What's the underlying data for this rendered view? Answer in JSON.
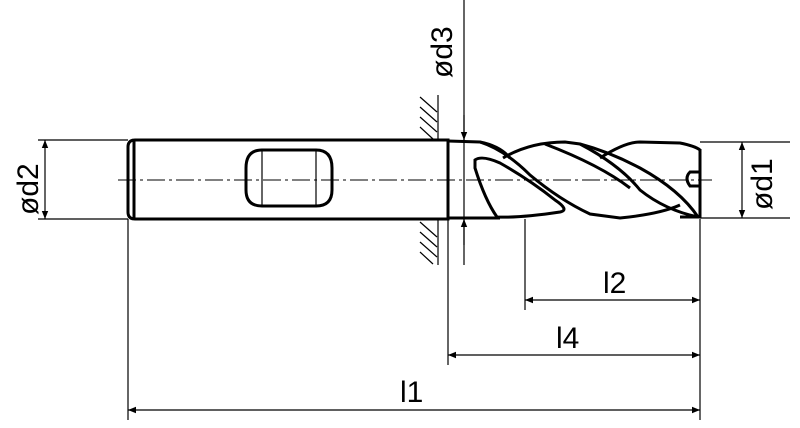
{
  "title": "End mill dimension drawing",
  "labels": {
    "d1": "ød1",
    "d2": "ød2",
    "d3": "ød3",
    "l1": "l1",
    "l2": "l2",
    "l4": "l4"
  }
}
